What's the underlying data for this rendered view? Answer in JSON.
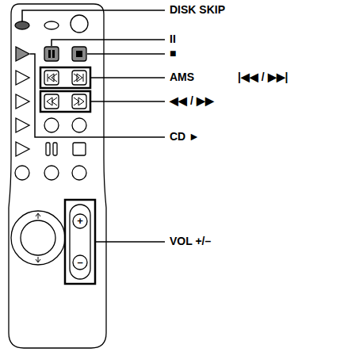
{
  "diagram": {
    "labels": [
      "DISK SKIP",
      "II",
      "■",
      "AMS",
      "|◀◀ / ▶▶|",
      "◀◀ / ▶▶",
      "CD ►",
      "VOL +/–",
      "+",
      "–"
    ]
  }
}
